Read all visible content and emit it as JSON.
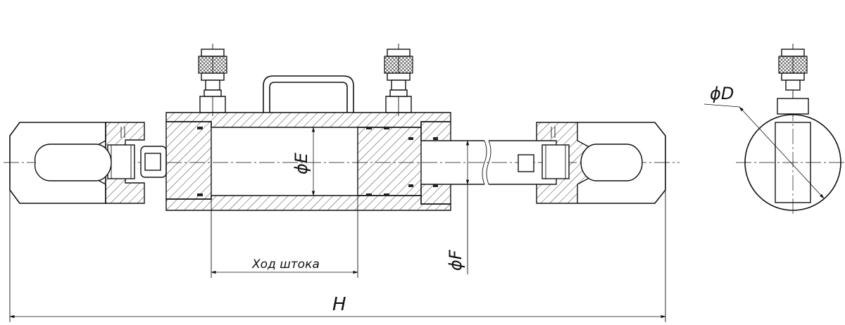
{
  "labels": {
    "phi_e": "ϕE",
    "phi_f": "ϕF",
    "phi_d": "ϕD",
    "stroke": "Ход штока",
    "overall": "H"
  }
}
